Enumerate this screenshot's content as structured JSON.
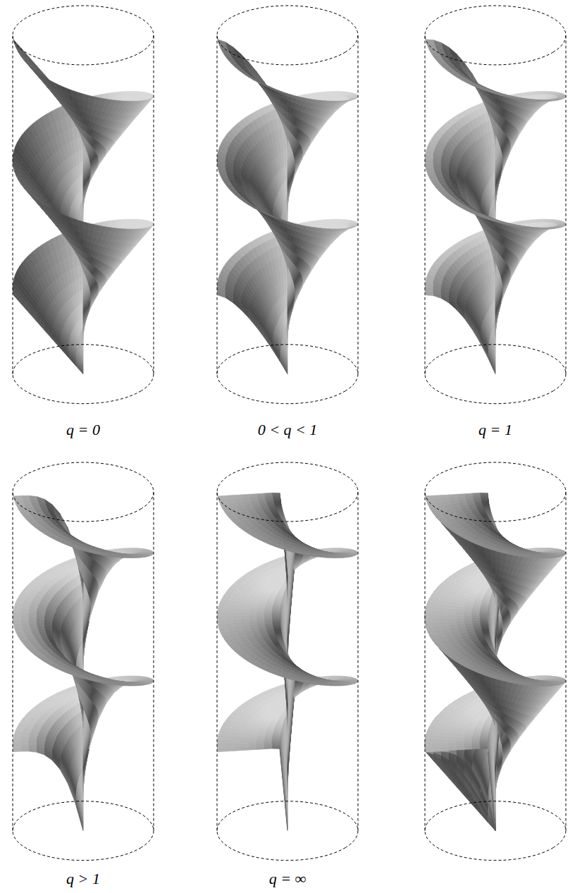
{
  "diagram": {
    "labels": [
      "q = 0",
      "0 < q < 1",
      "q = 1",
      "q > 1",
      "q = ∞"
    ]
  }
}
